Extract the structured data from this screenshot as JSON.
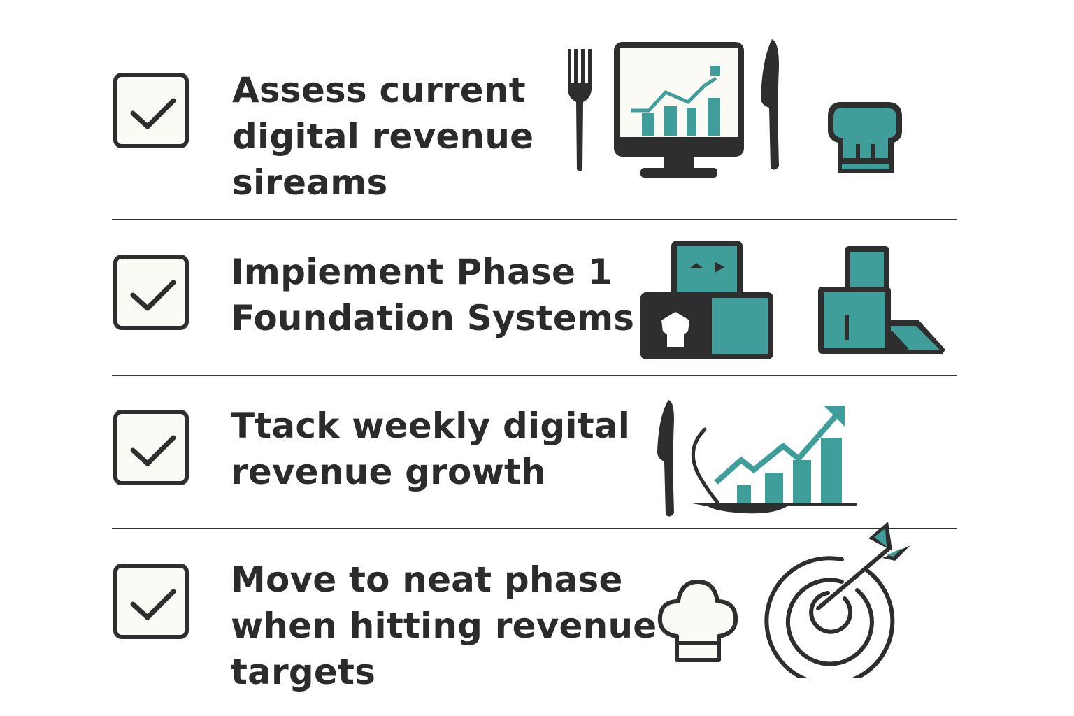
{
  "colors": {
    "teal": "#3f9e9a",
    "dark": "#2e2e2e",
    "paper": "#fbfaf4",
    "background": "#ffffff"
  },
  "checklist": {
    "items": [
      {
        "checked": true,
        "label": "Assess current\ndigital revenue\nsireams",
        "icons": [
          "fork-icon",
          "monitor-chart-icon",
          "knife-icon",
          "chef-hat-icon"
        ]
      },
      {
        "checked": true,
        "label": "Impiement Phase 1\nFoundation Systems",
        "icons": [
          "building-blocks-icon",
          "stacked-blocks-icon"
        ]
      },
      {
        "checked": true,
        "label": "Ttack weekly digital\nrevenue growth",
        "icons": [
          "knife-icon",
          "plate-growth-chart-icon"
        ]
      },
      {
        "checked": true,
        "label": "Move to neat phase\nwhen hitting revenue\ntargets",
        "icons": [
          "chef-hat-icon",
          "target-arrow-icon"
        ]
      }
    ]
  }
}
